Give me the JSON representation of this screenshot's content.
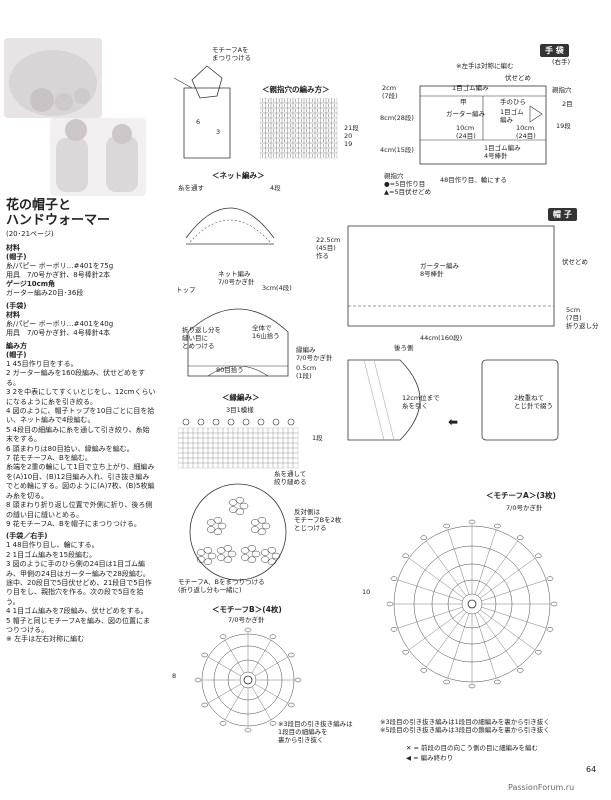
{
  "header": {
    "title_line1": "花の帽子と",
    "title_line2": "ハンドウォーマー",
    "pages": "(20･21ページ)"
  },
  "materials": {
    "heading": "材料",
    "hat_heading": "(帽子)",
    "hat_yarn": "糸/パピー ボーボリ…#401を75g",
    "hat_tools": "用具　7/0号かぎ針、8号棒針2本",
    "gauge_heading": "ゲージ10cm角",
    "gauge_value": "ガーター編み20目･36段",
    "hand_heading": "(手袋)",
    "hand_materials_label": "材料",
    "hand_yarn": "糸/パピー ボーボリ…#401を40g",
    "hand_tools": "用具　7/0号かぎ針、4号棒針4本"
  },
  "instructions": {
    "heading": "編み方",
    "hat_heading": "(帽子)",
    "hat_steps": [
      "1 45目作り目をする。",
      "2 ガーター編みを160段編み、伏せどめをする。",
      "3 2を中表にしてすくいとじをし、12cmくらいになるように糸を引き絞る。",
      "4 図のように、帽子トップを10目ごとに目を拾い、ネット編みで4段編む。",
      "5 4段目の細編みに糸を通して引き絞り、糸始末をする。",
      "6 頭まわりは80目拾い、縁編みを編む。",
      "7 花モチーフA、Bを編む。",
      "糸端を2重の輪にして1目で立ち上がり、細編みを(A)10目、(B)12目編み入れ、引き抜き編みでとめ輪にする。図のように(A)7枚、(B)5枚編み糸を切る。",
      "8 頭まわり折り返し位置で外側に折り、後ろ側の縫い目に縫いとめる。",
      "9 花モチーフA、Bを帽子にまつりつける。"
    ],
    "hand_heading": "(手袋／右手)",
    "hand_steps": [
      "1 48目作り目し、輪にする。",
      "2 1目ゴム編みを15段編む。",
      "3 図のように手のひら側の24目は1目ゴム編み、甲側の24目はガーター編みで28段編む。途中、20段目で5目伏せどめ、21段目で5目作り目をし、親指穴を作る。次の段で5目を拾う。",
      "4 1目ゴム編みを7段編み、伏せどめをする。",
      "5 帽子と同じモチーフAを編み、図の位置にまつりつける。",
      "※ 左手は左右対称に編む"
    ]
  },
  "diagrams": {
    "mitten_title": "手 袋",
    "mitten_sub": "(右手)",
    "mitten_note": "※左手は対称に編む",
    "thumb_title": "＜親指穴の編み方＞",
    "thumb_rows": [
      "21段",
      "20",
      "19"
    ],
    "motif_attach_label": "モチーフAを\nまつりつける",
    "mitten_side_6": "6",
    "mitten_side_3": "3",
    "mit_top_rib": "1目ゴム編み",
    "mit_top_fuse": "伏せどめ",
    "mit_garter": "ガーター編み",
    "mit_rib2": "1目ゴム\n編み",
    "mit_palm": "手のひら",
    "mit_back": "甲",
    "mit_thumb": "親指穴",
    "mit_2me": "2目",
    "mit_19": "19段",
    "mit_left_2cm": "2cm\n(7段)",
    "mit_left_8cm": "8cm(28段)",
    "mit_left_4cm": "4cm(15段)",
    "mit_10cm_a": "10cm\n(24目)",
    "mit_10cm_b": "10cm\n(24目)",
    "mit_bottom_rib": "1目ゴム編み\n4号棒針",
    "mit_cast": "48目作り目、輪にする",
    "mit_thumb_key": "親指穴\n●=5目作り目\n▲=5目伏せどめ",
    "net_title": "＜ネット編み＞",
    "net_thread": "糸を通す",
    "net_rows": "4段",
    "net_label": "ネット編み\n7/0号かぎ針",
    "top_label": "トップ",
    "top_3cm": "3cm(4段)",
    "fold_label": "折り返し分を\n縫い目に\nとめつける",
    "all_garter": "全体で\n16山拾う",
    "rows_80": "80目拾う",
    "edge_label": "縁編み\n7/0号かぎ針",
    "edge_05": "0.5cm\n(1段)",
    "hat_tab": "帽 子",
    "hat_225": "22.5cm\n(45目)\n作る",
    "hat_center": "ガーター編み\n8号棒針",
    "hat_fuse": "伏せどめ",
    "hat_5cm": "5cm\n(7目)\n折り返し分",
    "hat_44": "44cm(160段)",
    "hat_back": "後ろ側",
    "hat_12cm": "12cm位まで\n糸を引く",
    "hat_fold": "2枚重ねて\nとじ針で綴う",
    "edge_title": "＜縁編み＞",
    "edge_repeat": "3目1模様",
    "edge_1dan": "1段",
    "hat_top_thread": "糸を通して\n絞り縫める",
    "motif_B_attach": "反対側は\nモチーフBを2枚\nとじつける",
    "motif_AB_note": "モチーフA、Bをまつりつける\n(折り返し分も一緒に)",
    "motif_B_title": "＜モチーフB＞(4枚)",
    "motif_B_hook": "7/0号かぎ針",
    "motif_B_note": "※3段目の引き抜き編みは\n1段目の細編みを\n裏から引き抜く",
    "motif_A_title": "＜モチーフA＞(3枚)",
    "motif_A_hook": "7/0号かぎ針",
    "motif_A_note": "※3段目の引き抜き編みは1段目の細編みを裏から引き抜く\n※5段目の引き抜き編みは3段目の鎖編みを裏から引き抜く",
    "legend_1": "✕ = 前段の目の向こう側の目に細編みを編む",
    "legend_2": "◀ = 編み終わり",
    "dim_10": "10",
    "dim_8": "8",
    "page_number": "64",
    "watermark": "PassionForum.ru"
  },
  "photo_alt": {
    "hat": "帽子",
    "mittens": "ハンドウォーマー"
  }
}
